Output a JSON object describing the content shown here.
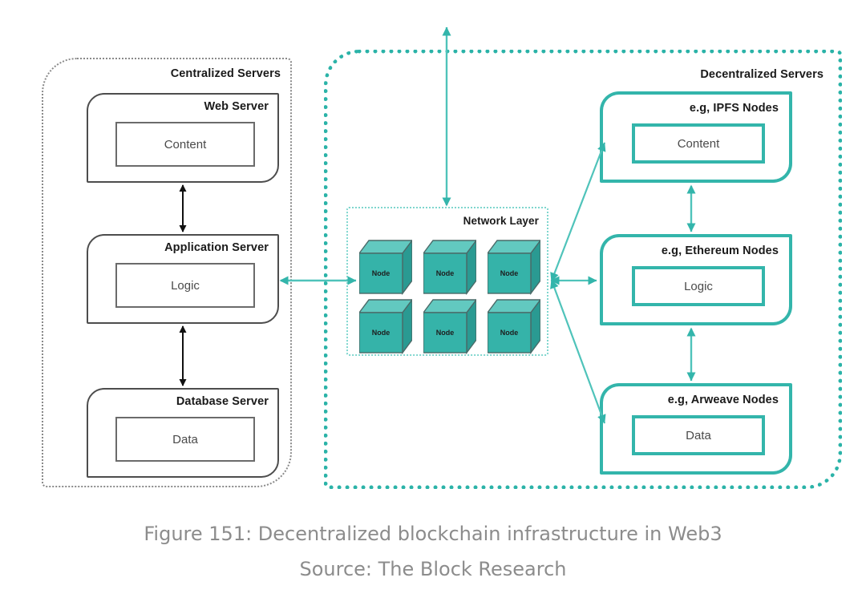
{
  "figure": {
    "caption": "Figure 151: Decentralized blockchain infrastructure in Web3",
    "source": "Source: The Block Research"
  },
  "colors": {
    "teal": "#33b5ab",
    "teal_dot": "#2bb3a8",
    "teal_light": "#7fd6ce",
    "cube_front": "#35b3a9",
    "cube_top": "#62c9c0",
    "cube_side": "#2a9a92",
    "cube_stroke": "#4a6a68",
    "gray_border": "#4d4d4d",
    "gray_dot": "#8a8a8a",
    "caption_gray": "#8c8c8c",
    "label_black": "#1a1a1a",
    "inner_text": "#4a4a4a"
  },
  "groups": {
    "centralized": {
      "label": "Centralized Servers"
    },
    "decentralized": {
      "label": "Decentralized Servers"
    },
    "network": {
      "label": "Network Layer"
    }
  },
  "centralized_servers": [
    {
      "title": "Web Server",
      "inner": "Content"
    },
    {
      "title": "Application Server",
      "inner": "Logic"
    },
    {
      "title": "Database Server",
      "inner": "Data"
    }
  ],
  "decentralized_servers": [
    {
      "title": "e.g, IPFS Nodes",
      "inner": "Content"
    },
    {
      "title": "e.g, Ethereum Nodes",
      "inner": "Logic"
    },
    {
      "title": "e.g, Arweave Nodes",
      "inner": "Data"
    }
  ],
  "network_nodes": [
    {
      "label": "Node"
    },
    {
      "label": "Node"
    },
    {
      "label": "Node"
    },
    {
      "label": "Node"
    },
    {
      "label": "Node"
    },
    {
      "label": "Node"
    }
  ],
  "connections": [
    {
      "name": "web-to-application",
      "style": "black",
      "direction": "bidirectional"
    },
    {
      "name": "application-to-database",
      "style": "black",
      "direction": "bidirectional"
    },
    {
      "name": "application-to-network",
      "style": "teal",
      "direction": "bidirectional"
    },
    {
      "name": "network-to-top",
      "style": "teal",
      "direction": "bidirectional"
    },
    {
      "name": "network-to-ipfs",
      "style": "teal",
      "direction": "bidirectional"
    },
    {
      "name": "network-to-ethereum",
      "style": "teal",
      "direction": "bidirectional"
    },
    {
      "name": "network-to-arweave",
      "style": "teal",
      "direction": "bidirectional"
    },
    {
      "name": "ipfs-to-ethereum",
      "style": "teal",
      "direction": "bidirectional"
    },
    {
      "name": "ethereum-to-arweave",
      "style": "teal",
      "direction": "bidirectional"
    }
  ]
}
